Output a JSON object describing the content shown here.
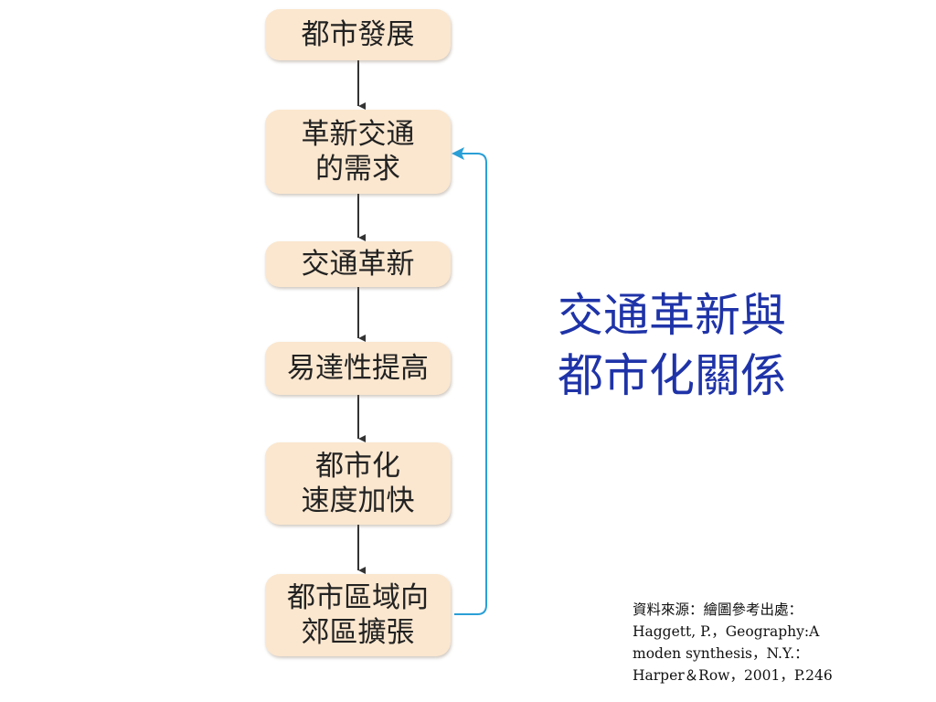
{
  "colors": {
    "node_fill": "#fbe7cf",
    "arrow": "#333333",
    "feedback_arrow": "#2a9fd6",
    "title": "#1f33a8"
  },
  "nodes": [
    {
      "lines": [
        "都市發展"
      ]
    },
    {
      "lines": [
        "革新交通",
        "的需求"
      ]
    },
    {
      "lines": [
        "交通革新"
      ]
    },
    {
      "lines": [
        "易達性提高"
      ]
    },
    {
      "lines": [
        "都市化",
        "速度加快"
      ]
    },
    {
      "lines": [
        "都市區域向",
        "郊區擴張"
      ]
    }
  ],
  "edges": [
    {
      "from": 0,
      "to": 1
    },
    {
      "from": 1,
      "to": 2
    },
    {
      "from": 2,
      "to": 3
    },
    {
      "from": 3,
      "to": 4
    },
    {
      "from": 4,
      "to": 5
    },
    {
      "from": 5,
      "to": 1,
      "type": "feedback"
    }
  ],
  "title": {
    "line1": "交通革新與",
    "line2": "都市化關係"
  },
  "source": {
    "line1": "資料來源：繪圖參考出處：",
    "line2": "Haggett, P.，Geography:A",
    "line3": "moden synthesis，N.Y.：",
    "line4": "Harper＆Row，2001，P.246"
  }
}
